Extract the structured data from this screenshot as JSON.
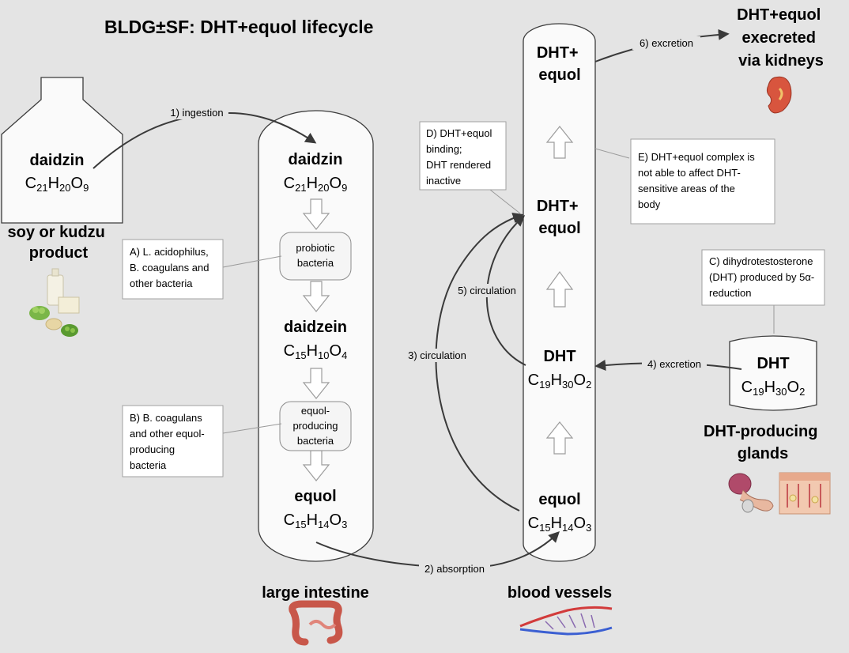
{
  "title": "BLDG±SF: DHT+equol lifecycle",
  "product_box": {
    "name": "daidzin",
    "formula": [
      "C",
      "21",
      "H",
      "20",
      "O",
      "9"
    ]
  },
  "product_label": [
    "soy or kudzu",
    "product"
  ],
  "intestine": {
    "label": "large intestine",
    "stages": [
      {
        "name": "daidzin",
        "formula": [
          "C",
          "21",
          "H",
          "20",
          "O",
          "9"
        ]
      },
      {
        "name": "daidzein",
        "formula": [
          "C",
          "15",
          "H",
          "10",
          "O",
          "4"
        ]
      },
      {
        "name": "equol",
        "formula": [
          "C",
          "15",
          "H",
          "14",
          "O",
          "3"
        ]
      }
    ],
    "bacteria_pills": [
      [
        "probiotic",
        "bacteria"
      ],
      [
        "equol-",
        "producing",
        "bacteria"
      ]
    ]
  },
  "vessels": {
    "label": "blood vessels",
    "stages": [
      {
        "name": [
          "DHT+",
          "equol"
        ]
      },
      {
        "name": [
          "DHT+",
          "equol"
        ]
      },
      {
        "name": [
          "DHT"
        ],
        "formula": [
          "C",
          "19",
          "H",
          "30",
          "O",
          "2"
        ]
      },
      {
        "name": [
          "equol"
        ],
        "formula": [
          "C",
          "15",
          "H",
          "14",
          "O",
          "3"
        ]
      }
    ]
  },
  "glands_box": {
    "name": "DHT",
    "formula": [
      "C",
      "19",
      "H",
      "30",
      "O",
      "2"
    ]
  },
  "glands_label": [
    "DHT-producing",
    "glands"
  ],
  "excreted_label": [
    "DHT+equol",
    "execreted",
    "via kidneys"
  ],
  "arrows": {
    "ingestion": "1) ingestion",
    "absorption": "2) absorption",
    "circulation3": "3) circulation",
    "excretion4": "4) excretion",
    "circulation5": "5) circulation",
    "excretion6": "6) excretion"
  },
  "notes": {
    "A": [
      "A) L. acidophilus,",
      "B. coagulans and",
      "other bacteria"
    ],
    "B": [
      "B) B. coagulans",
      "and other equol-",
      "producing",
      "bacteria"
    ],
    "C": [
      "C) dihydrotestosterone",
      "(DHT) produced by 5α-",
      "reduction"
    ],
    "D": [
      "D) DHT+equol",
      "binding;",
      "DHT rendered",
      "inactive"
    ],
    "E": [
      "E) DHT+equol complex is",
      "not able to affect DHT-",
      "sensitive areas of the",
      "body"
    ]
  },
  "icons": {
    "soy": "soy-products-icon",
    "intestine": "intestine-icon",
    "vessels": "blood-vessels-icon",
    "kidney": "kidney-icon",
    "glands": "glands-icon"
  },
  "colors": {
    "background": "#e4e4e4",
    "tube_fill": "#fafafa",
    "arrow": "#3a3a3a",
    "box_border": "#a0a0a0"
  }
}
